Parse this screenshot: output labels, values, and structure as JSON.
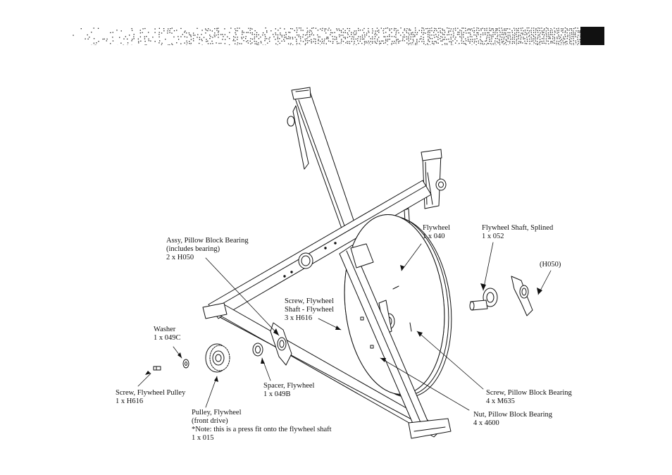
{
  "labels": {
    "pillow_block_assy": {
      "name": "Assy, Pillow Block Bearing",
      "note": "(includes bearing)",
      "qty": "2 x H050"
    },
    "flywheel": {
      "name": "Flywheel",
      "qty": "1 x 040"
    },
    "flywheel_shaft": {
      "name": "Flywheel Shaft, Splined",
      "qty": "1 x 052"
    },
    "h050": {
      "name": "(H050)"
    },
    "screw_flywheel_shaft": {
      "name": "Screw, Flywheel",
      "name2": "Shaft - Flywheel",
      "qty": "3 x H616"
    },
    "washer": {
      "name": "Washer",
      "qty": "1 x 049C"
    },
    "screw_flywheel_pulley": {
      "name": "Screw, Flywheel Pulley",
      "qty": "1 x H616"
    },
    "spacer_flywheel": {
      "name": "Spacer, Flywheel",
      "qty": "1 x 049B"
    },
    "pulley_flywheel": {
      "name": "Pulley, Flywheel",
      "note": "(front drive)",
      "note2": "*Note: this is a press fit onto the flywheel shaft",
      "qty": "1 x 015"
    },
    "screw_pillow_block": {
      "name": "Screw, Pillow Block Bearing",
      "qty": "4 x M635"
    },
    "nut_pillow_block": {
      "name": "Nut, Pillow Block Bearing",
      "qty": "4 x 4600"
    }
  },
  "colors": {
    "ink": "#111111",
    "band": "#1a1a1a",
    "paper": "#ffffff"
  }
}
